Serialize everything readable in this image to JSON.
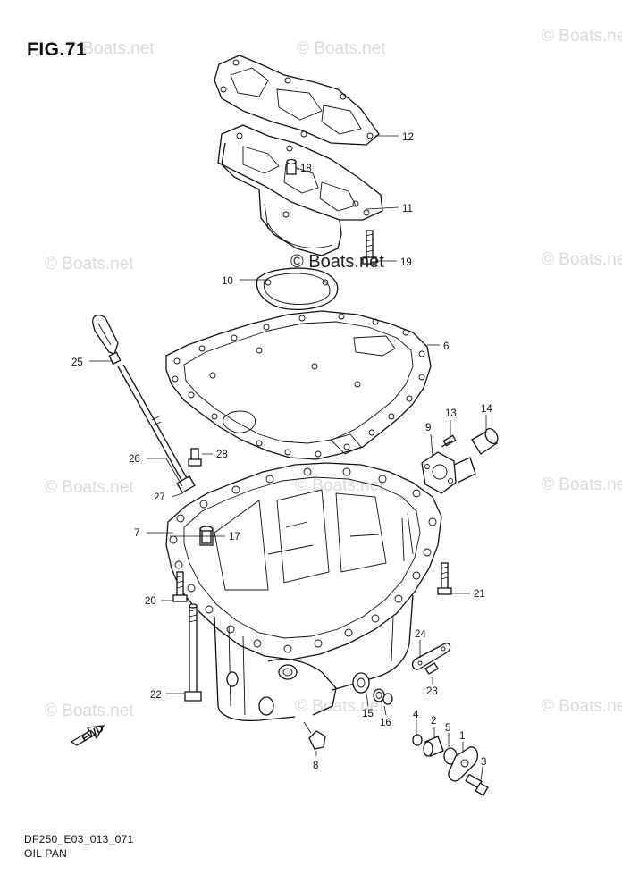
{
  "figure": {
    "title": "FIG.71",
    "code": "DF250_E03_013_071",
    "name": "OIL PAN",
    "fwd_label": "FWD"
  },
  "watermark": {
    "text": "© Boats.net",
    "brand_text": "© Boats.net",
    "color": "#d9d9d9"
  },
  "callouts": [
    "1",
    "2",
    "3",
    "4",
    "5",
    "6",
    "7",
    "8",
    "9",
    "10",
    "11",
    "12",
    "13",
    "14",
    "15",
    "16",
    "17",
    "18",
    "19",
    "20",
    "21",
    "22",
    "23",
    "24",
    "25",
    "26",
    "27",
    "28"
  ]
}
